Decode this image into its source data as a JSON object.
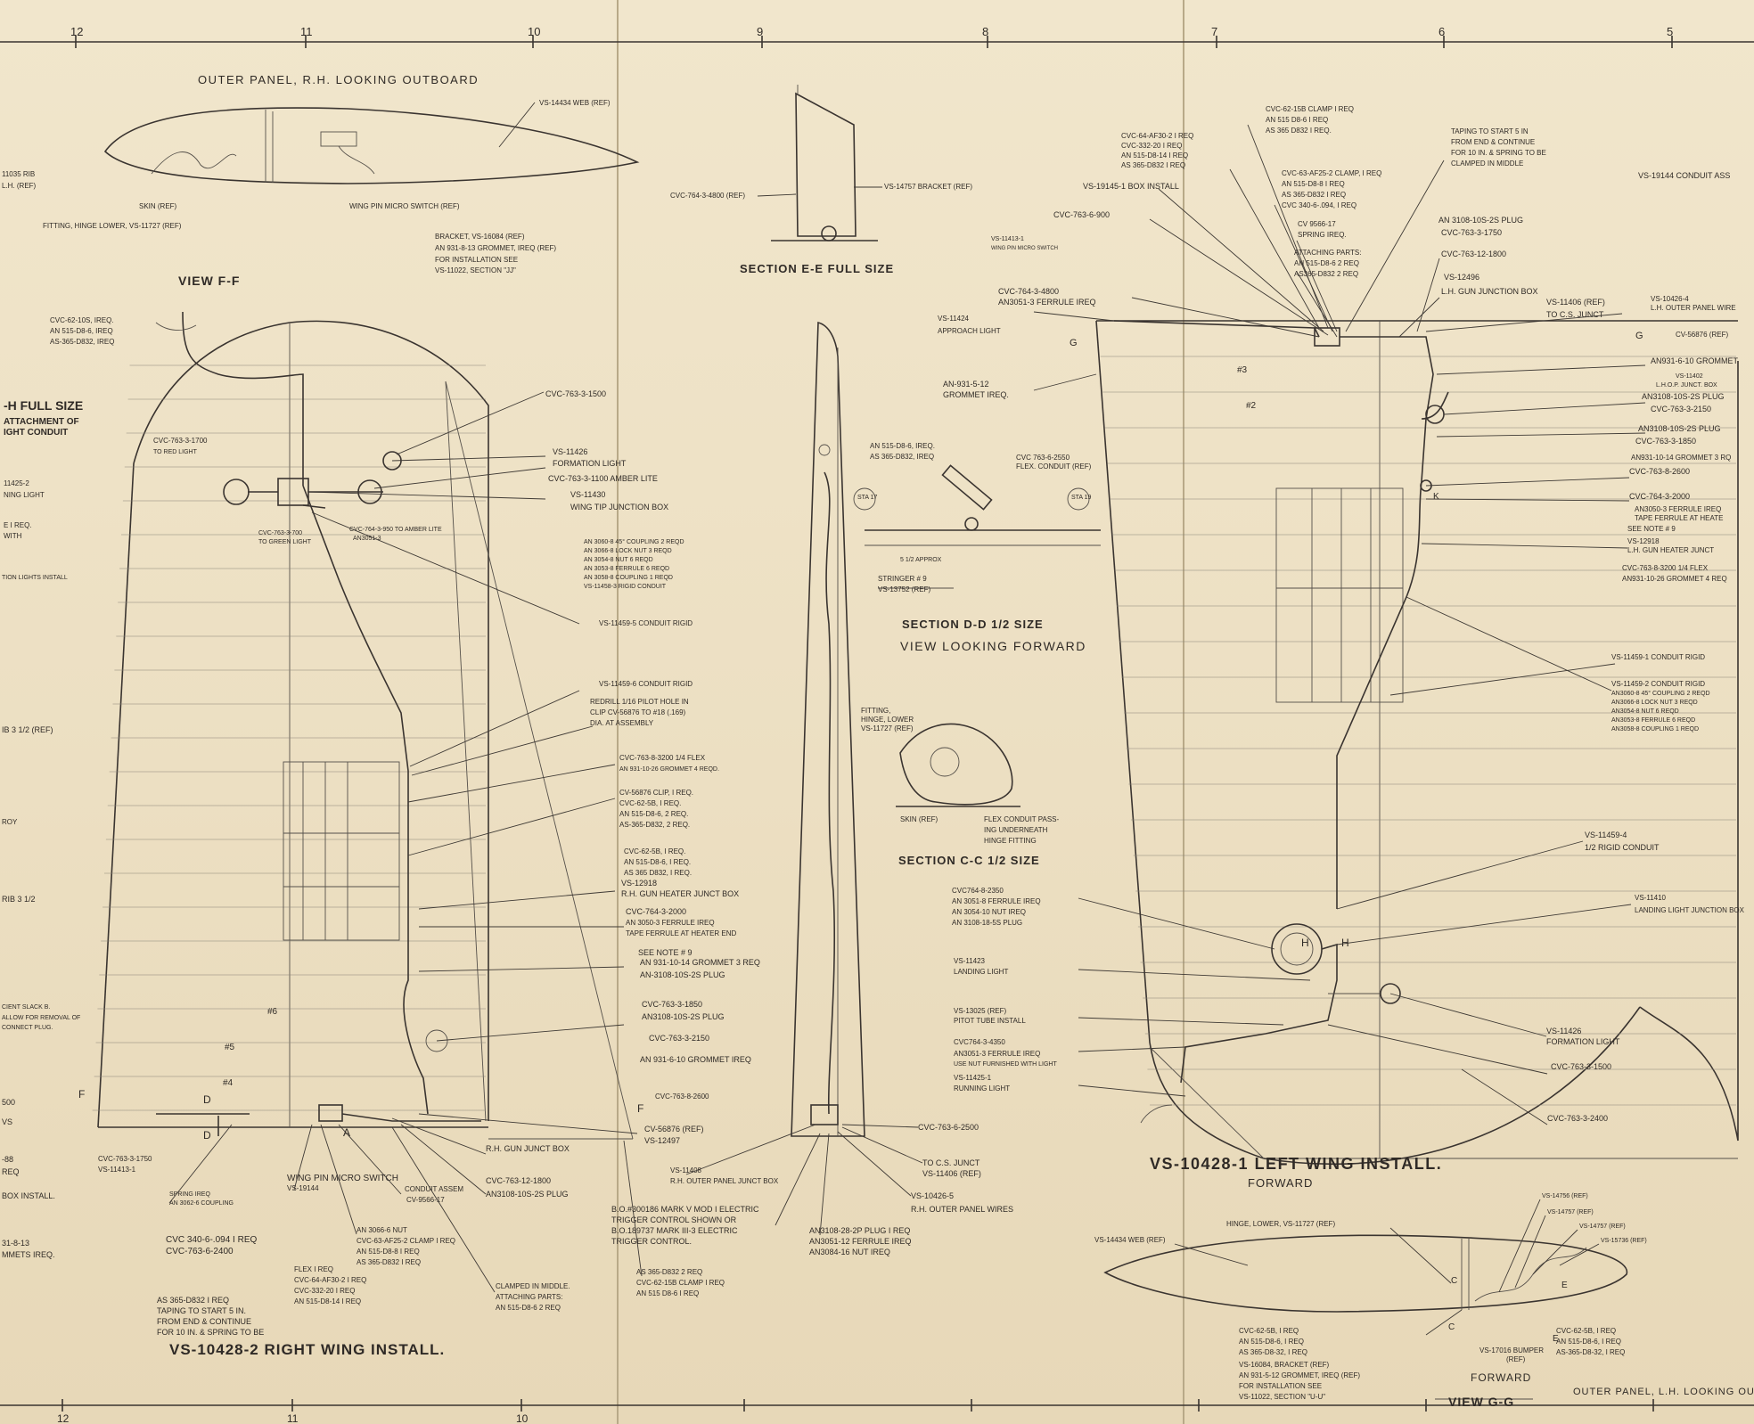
{
  "border": {
    "top_ticks": [
      "12",
      "11",
      "10",
      "9",
      "8",
      "7",
      "6",
      "5"
    ],
    "bottom_ticks": [
      "12",
      "11",
      "10"
    ]
  },
  "right_wing": {
    "title": "VS-10428-2  RIGHT WING INSTALL.",
    "view_ff": {
      "label": "VIEW F-F",
      "title": "OUTER PANEL, R.H.  LOOKING  OUTBOARD",
      "notes": [
        "VS-14434 WEB (REF)",
        "SKIN (REF)",
        "WING PIN MICRO SWITCH (REF)",
        "FITTING, HINGE LOWER, VS-11727 (REF)",
        "BRACKET, VS-16084 (REF)",
        "AN 931-8-13 GROMMET, IREQ (REF)",
        "FOR INSTALLATION SEE",
        "VS-11022, SECTION \"JJ\"",
        "11035 RIB",
        "L.H. (REF)"
      ]
    },
    "left_edge": [
      "-H  FULL SIZE",
      "ATTACHMENT OF",
      "IGHT CONDUIT",
      "11425-2",
      "NING LIGHT",
      "E  I REQ.",
      "WITH",
      "TION LIGHTS INSTALL",
      "IB 3 1/2 (REF)",
      "ROY",
      "RIB 3 1/2",
      "CIENT SLACK B.",
      "ALLOW FOR REMOVAL OF",
      "CONNECT PLUG.",
      "500",
      "VS",
      "-88",
      "REQ",
      "BOX  INSTALL.",
      "31-8-13",
      "MMETS  IREQ."
    ],
    "callouts": [
      "CVC-62-10S, IREQ.",
      "AN 515-D8-6, IREQ",
      "AS-365-D832, IREQ",
      "CVC-763-3-1500",
      "CVC-763-3-1700",
      "TO RED LIGHT",
      "VS-11426",
      "FORMATION LIGHT",
      "CVC-763-3-1100 AMBER LITE",
      "VS-11430",
      "WING TIP JUNCTION BOX",
      "CVC-763-3-700",
      "TO GREEN LIGHT",
      "CVC-764-3-950 TO AMBER LITE",
      "AN3051-3",
      "AN 3060-8 45° COUPLING 2 REQD",
      "AN 3066-8 LOCK NUT 3 REQD",
      "AN 3054-8 NUT 6 REQD",
      "AN 3053-8 FERRULE 6 REQD",
      "AN 3058-8 COUPLING 1 REQD",
      "VS-11458-3 RIGID CONDUIT",
      "VS-11459-5  CONDUIT RIGID",
      "VS-11459-6  CONDUIT RIGID",
      "REDRILL 1/16 PILOT HOLE IN",
      "CLIP CV-56876 TO #18 (.169)",
      "DIA. AT ASSEMBLY",
      "CVC-763-8-3200 1/4 FLEX",
      "AN 931-10-26 GROMMET 4 REQD.",
      "CV-56876 CLIP, I REQ.",
      "CVC-62-5B, I REQ.",
      "AN 515-D8-6, 2 REQ.",
      "AS-365-D832, 2 REQ.",
      "CVC-62-5B, I REQ.",
      "AN 515-D8-6, I REQ.",
      "AS 365 D832, I REQ.",
      "VS-12918",
      "R.H. GUN HEATER JUNCT BOX",
      "CVC-764-3-2000",
      "AN 3050-3 FERRULE IREQ",
      "TAPE FERRULE AT HEATER END",
      "SEE NOTE # 9",
      "AN 931-10-14 GROMMET 3 REQ",
      "AN-3108-10S-2S PLUG",
      "CVC-763-3-1850",
      "AN3108-10S-2S PLUG",
      "CVC-763-3-2150",
      "AN 931-6-10 GROMMET IREQ",
      "CVC-763-8-2600",
      "CV-56876 (REF)",
      "VS-12497",
      "R.H. GUN JUNCT BOX",
      "CVC-763-12-1800",
      "AN3108-10S-2S PLUG",
      "CVC-763-3-1750",
      "VS-11413-1",
      "WING PIN MICRO SWITCH",
      "VS-19144",
      "CONDUIT ASSEM",
      "CV-9566-17",
      "SPRING IREQ",
      "AN 3062-6 COUPLING",
      "AN 3066-6 NUT",
      "CVC-63-AF25-2 CLAMP I REQ",
      "AN 515-D8-8  I REQ",
      "AS 365-D832  I REQ",
      "CVC 340-6-.094  I REQ",
      "CVC-763-6-2400",
      "FLEX  I REQ",
      "CVC-64-AF30-2  I REQ",
      "CVC-332-20  I REQ",
      "AN 515-D8-14  I REQ",
      "AS 365-D832  I REQ",
      "TAPING TO START 5 IN.",
      "FROM END & CONTINUE",
      "FOR 10 IN. & SPRING TO BE",
      "CLAMPED IN MIDDLE.",
      "ATTACHING PARTS:",
      "AN 515-D8-6  2 REQ",
      "AS 365-D832  2 REQ",
      "CVC-62-15B CLAMP I REQ",
      "AN 515 D8-6  I REQ",
      "AS 365 D832  I REQ"
    ],
    "stations": [
      "#6",
      "#5",
      "#4"
    ],
    "section_marks": [
      "F",
      "F",
      "D",
      "D",
      "A"
    ]
  },
  "sections": {
    "ee": {
      "label": "SECTION  E-E  FULL SIZE",
      "notes": [
        "CVC-764-3-4800 (REF)",
        "VS-14757 BRACKET (REF)"
      ]
    },
    "dd": {
      "label": "SECTION  D-D  1/2 SIZE",
      "sub": "VIEW  LOOKING  FORWARD",
      "notes": [
        "AN 515-D8-6, IREQ.",
        "AS 365-D832, IREQ",
        "CVC 763-6-2550",
        "FLEX. CONDUIT (REF)",
        "STRINGER # 9",
        "VS-13752 (REF)",
        "5 1/2 APPROX",
        "STA 17",
        "STA 19"
      ]
    },
    "cc": {
      "label": "SECTION  C-C  1/2 SIZE",
      "notes": [
        "FITTING,",
        "HINGE, LOWER",
        "VS-11727 (REF)",
        "SKIN (REF)",
        "FLEX CONDUIT PASS-",
        "ING UNDERNEATH",
        "HINGE FITTING"
      ]
    },
    "center_notes": [
      "CVC-763-6-2500",
      "TO C.S. JUNCT",
      "VS-11406 (REF)",
      "VS-10426-5",
      "R.H. OUTER PANEL WIRES",
      "VS-11408",
      "R.H. OUTER PANEL JUNCT BOX",
      "B.O.#300186 MARK V MOD I ELECTRIC",
      "TRIGGER CONTROL SHOWN OR",
      "B.O.189737 MARK III-3 ELECTRIC",
      "TRIGGER CONTROL.",
      "AN3108-28-2P PLUG  I REQ",
      "AN3051-12 FERRULE IREQ",
      "AN3084-16 NUT IREQ"
    ]
  },
  "left_wing": {
    "title": "VS-10428-1   LEFT  WING  INSTALL.",
    "forward": "FORWARD",
    "callouts": [
      "CVC-62-15B CLAMP I REQ",
      "AN 515 D8-6  I REQ",
      "AS 365 D832  I REQ.",
      "CVC-64-AF30-2 I REQ",
      "CVC-332-20 I REQ",
      "AN 515-D8-14 I REQ",
      "AS 365-D832 I REQ",
      "TAPING TO START 5 IN",
      "FROM END & CONTINUE",
      "FOR 10 IN. & SPRING TO BE",
      "CLAMPED IN MIDDLE",
      "CVC-63-AF25-2 CLAMP, I REQ",
      "AN 515-D8-8  I REQ",
      "AS 365-D832  I REQ",
      "CVC 340-6-.094, I REQ",
      "VS-19145-1 BOX INSTALL",
      "CVC-763-6-900",
      "CV 9566-17",
      "SPRING IREQ.",
      "AN 3108-10S-2S PLUG",
      "CVC-763-3-1750",
      "ATTACHING PARTS:",
      "AN 515-D8-6  2 REQ",
      "AS365-D832  2 REQ",
      "CVC-763-12-1800",
      "VS-11413-1",
      "WING PIN MICRO SWITCH",
      "VS-12496",
      "L.H. GUN JUNCTION BOX",
      "CVC-764-3-4800",
      "AN3051-3 FERRULE IREQ",
      "VS-11424",
      "APPROACH LIGHT",
      "AN-931-5-12",
      "GROMMET IREQ.",
      "VS-11406 (REF)",
      "TO C.S. JUNCT",
      "VS-10426-4",
      "L.H. OUTER PANEL WIRE",
      "CV-56876 (REF)",
      "AN931-6-10 GROMMET",
      "VS-11402",
      "L.H.O.P. JUNCT. BOX",
      "AN3108-10S-2S PLUG",
      "CVC-763-3-2150",
      "AN3108-10S-2S PLUG",
      "CVC-763-3-1850",
      "AN931-10-14 GROMMET 3 RQ",
      "CVC-763-8-2600",
      "CVC-764-3-2000",
      "AN3050-3 FERRULE IREQ",
      "TAPE FERRULE AT HEATE",
      "SEE NOTE # 9",
      "VS-12918",
      "L.H. GUN HEATER JUNCT",
      "CVC-763-8-3200 1/4 FLEX",
      "AN931-10-26 GROMMET 4 REQ",
      "VS-11459-1  CONDUIT RIGID",
      "VS-11459-2  CONDUIT RIGID",
      "AN3060-8 45° COUPLING 2 REQD",
      "AN3066-8 LOCK NUT 3 REQD",
      "AN3054-8 NUT 6 REQD",
      "AN3053-8 FERRULE 6 REQD",
      "AN3058-8 COUPLING 1 REQD",
      "VS-11459-4",
      "1/2 RIGID CONDUIT",
      "VS-11410",
      "LANDING LIGHT JUNCTION BOX",
      "CVC764-8-2350",
      "AN 3051-8 FERRULE IREQ",
      "AN 3054-10 NUT IREQ",
      "AN 3108-18-5S PLUG",
      "VS-11423",
      "LANDING LIGHT",
      "VS-13025 (REF)",
      "PITOT TUBE INSTALL",
      "CVC764-3-4350",
      "AN3051-3 FERRULE IREQ",
      "USE NUT FURNISHED WITH LIGHT",
      "VS-11425-1",
      "RUNNING LIGHT",
      "VS-11426",
      "FORMATION LIGHT",
      "CVC-763-3-1500",
      "CVC-763-3-2400",
      "VS-19144  CONDUIT  ASS"
    ],
    "section_marks": [
      "G",
      "G",
      "H",
      "H",
      "K",
      "#3",
      "#2"
    ]
  },
  "view_gg": {
    "label": "VIEW  G-G",
    "title": "OUTER PANEL, L.H.  LOOKING  OUTBOARD.",
    "forward": "FORWARD",
    "notes": [
      "HINGE, LOWER, VS-11727  (REF)",
      "VS-14434  WEB (REF)",
      "VS-14756 (REF)",
      "VS-14757 (REF)",
      "VS-14757 (REF)",
      "VS-15736 (REF)",
      "CVC-62-5B,  I REQ",
      "AN 515-D8-6,  I REQ",
      "AS 365-D8-32,  I REQ",
      "CVC-62-5B,  I REQ",
      "AN 515-D8-6,  I REQ",
      "AS-365-D8-32,  I REQ",
      "VS-17016 BUMPER",
      "(REF)",
      "VS-16084,  BRACKET (REF)",
      "AN 931-5-12  GROMMET, IREQ (REF)",
      "FOR INSTALLATION SEE",
      "VS-11022,  SECTION \"U-U\"",
      "E",
      "E",
      "C",
      "C"
    ]
  }
}
